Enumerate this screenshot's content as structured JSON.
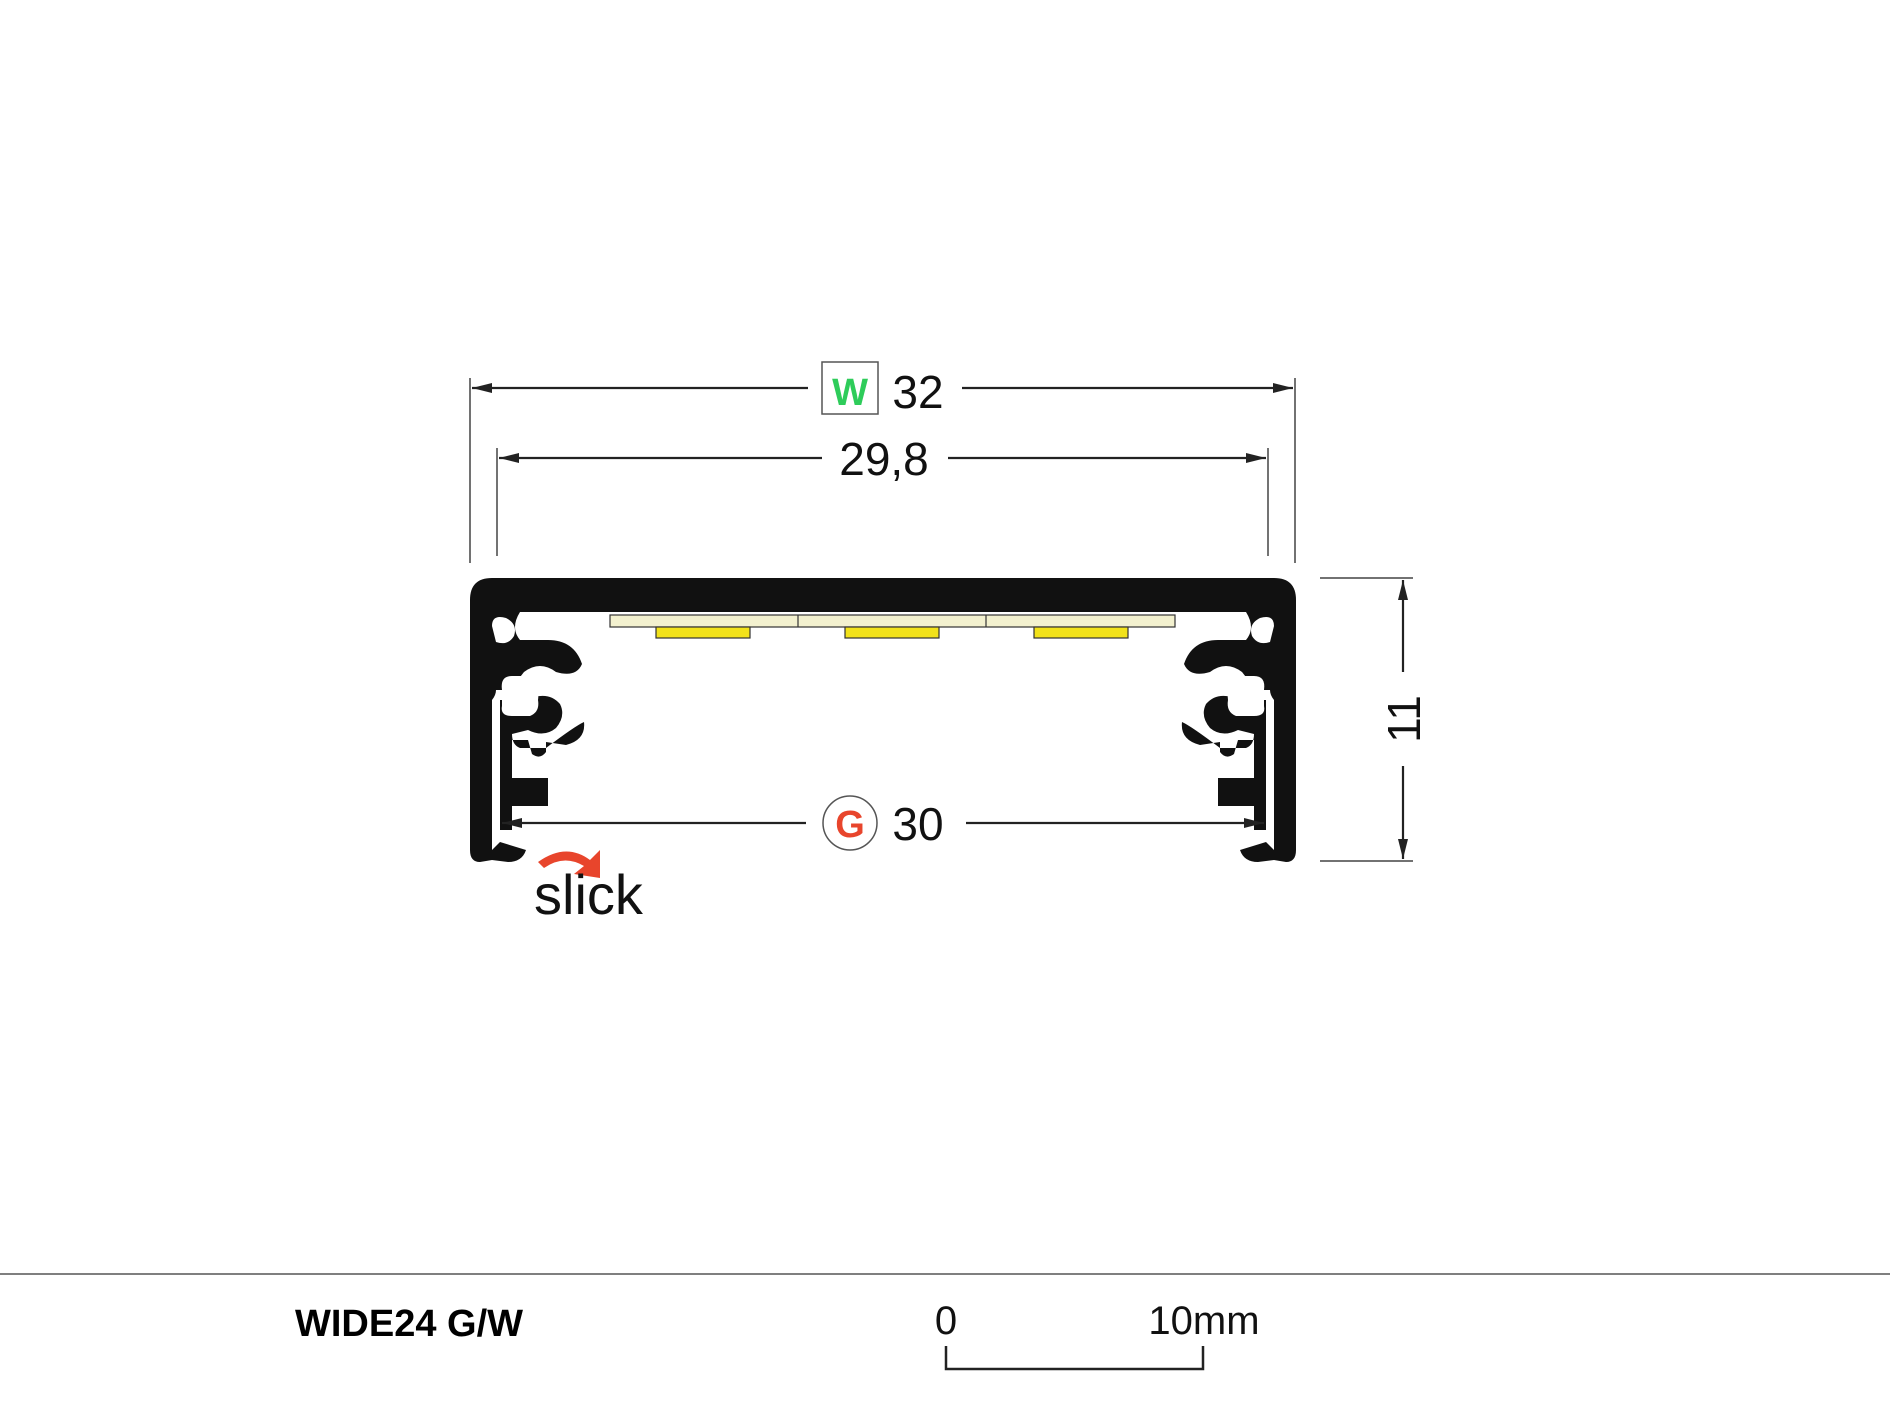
{
  "dimensions": {
    "width_outer": {
      "badge": "W",
      "value": "32"
    },
    "width_inner": {
      "value": "29,8"
    },
    "width_bottom": {
      "badge": "G",
      "value": "30"
    },
    "height": {
      "value": "11"
    }
  },
  "badges": {
    "W": {
      "color": "#2ecc5a"
    },
    "G": {
      "color": "#e8452c"
    }
  },
  "brand": {
    "text": "slick",
    "accent_color": "#e8452c"
  },
  "footer": {
    "product_name": "WIDE24 G/W",
    "scale_start": "0",
    "scale_end": "10mm"
  },
  "colors": {
    "profile": "#111111",
    "led_strip": "#f3f1cf",
    "led_chip": "#f2e21a",
    "line": "#222222"
  }
}
